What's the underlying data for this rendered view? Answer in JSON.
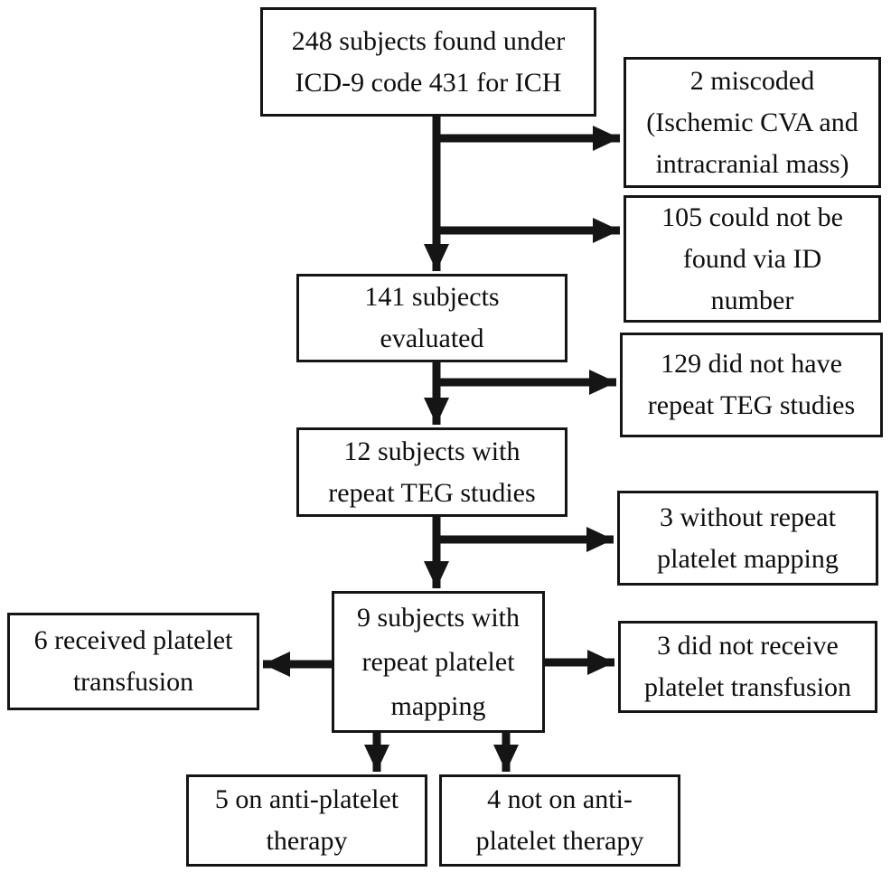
{
  "flowchart": {
    "colors": {
      "ink": "#151515",
      "background": "#ffffff"
    },
    "nodes": {
      "found": {
        "lines": [
          "248 subjects found under",
          "ICD-9 code 431 for ICH"
        ]
      },
      "miscoded": {
        "lines": [
          "2 miscoded",
          "(Ischemic CVA and",
          "intracranial mass)"
        ]
      },
      "not_found": {
        "lines": [
          "105 could not be",
          "found via ID",
          "number"
        ]
      },
      "evaluated": {
        "lines": [
          "141 subjects",
          "evaluated"
        ]
      },
      "no_repeat_teg": {
        "lines": [
          "129 did not have",
          "repeat TEG studies"
        ]
      },
      "repeat_teg": {
        "lines": [
          "12 subjects with",
          "repeat TEG studies"
        ]
      },
      "no_platelet_mapping": {
        "lines": [
          "3 without repeat",
          "platelet mapping"
        ]
      },
      "platelet_mapping": {
        "lines": [
          "9 subjects with",
          "repeat platelet",
          "mapping"
        ]
      },
      "transfusion": {
        "lines": [
          "6 received platelet",
          "transfusion"
        ]
      },
      "no_transfusion": {
        "lines": [
          "3 did not receive",
          "platelet transfusion"
        ]
      },
      "antiplatelet": {
        "lines": [
          "5 on anti-platelet",
          "therapy"
        ]
      },
      "no_antiplatelet": {
        "lines": [
          "4 not on anti-",
          "platelet therapy"
        ]
      }
    }
  }
}
